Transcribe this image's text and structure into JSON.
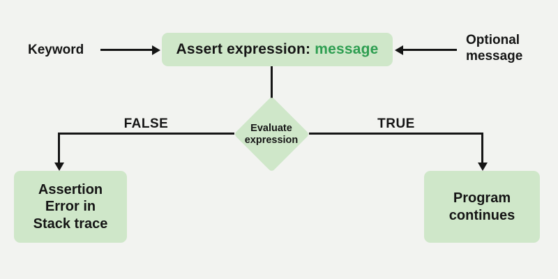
{
  "colors": {
    "background": "#f2f3f0",
    "box_green": "#cfe7c9",
    "text_green": "#2e9e51",
    "ink": "#151515",
    "line": "#151515"
  },
  "title_box": {
    "text_black": "Assert expression:",
    "text_green": "message"
  },
  "annotations": {
    "keyword": "Keyword",
    "optional_message": "Optional\nmessage"
  },
  "decision": {
    "label": "Evaluate\nexpression",
    "false_label": "FALSE",
    "true_label": "TRUE"
  },
  "outcomes": {
    "false_box_text": "Assertion\nError in\nStack trace",
    "true_box_text": "Program\ncontinues"
  }
}
